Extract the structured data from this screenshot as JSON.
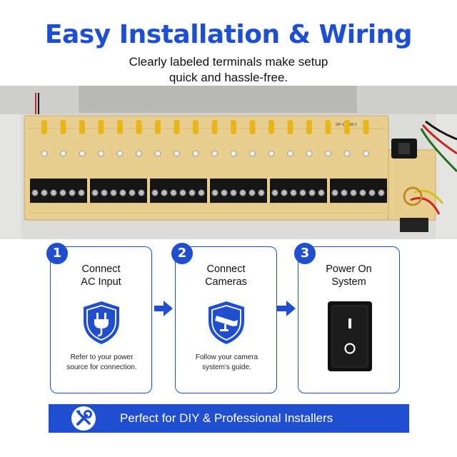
{
  "header": {
    "title": "Easy Installation & Wiring",
    "subtitle_line1": "Clearly labeled terminals make setup",
    "subtitle_line2": "quick and hassle-free."
  },
  "photo": {
    "board_label": "SP-1F018-1",
    "icon": "terminal-board-photo"
  },
  "steps": [
    {
      "number": "1",
      "title": "Connect\nAC Input",
      "icon": "plug-shield-icon",
      "description": "Refer to your power\nsource for connection."
    },
    {
      "number": "2",
      "title": "Connect\nCameras",
      "icon": "camera-shield-icon",
      "description": "Follow your camera\nsystem's guide."
    },
    {
      "number": "3",
      "title": "Power On\nSystem",
      "icon": "rocker-switch-icon",
      "description": ""
    }
  ],
  "banner": {
    "text": "Perfect for DIY & Professional Installers",
    "icon": "tools-icon"
  },
  "colors": {
    "accent": "#1f4fd0",
    "title": "#1d4fd6",
    "board": "#e9cf8f"
  }
}
